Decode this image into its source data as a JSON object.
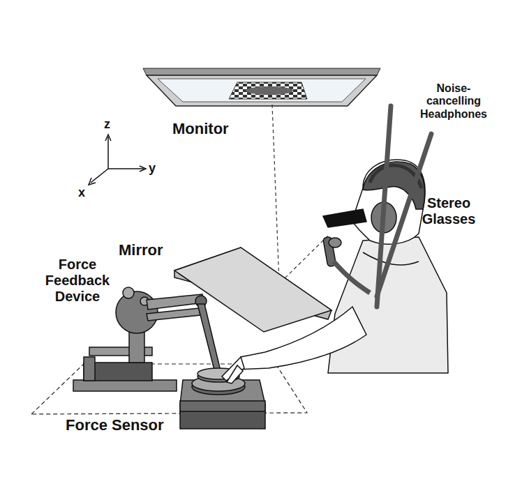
{
  "diagram": {
    "labels": [
      "z",
      "y",
      "x",
      "Monitor",
      "Noise-cancelling Headphones",
      "Stereo Glasses",
      "Mirror",
      "Force Feedback Device",
      "Force Sensor"
    ]
  }
}
